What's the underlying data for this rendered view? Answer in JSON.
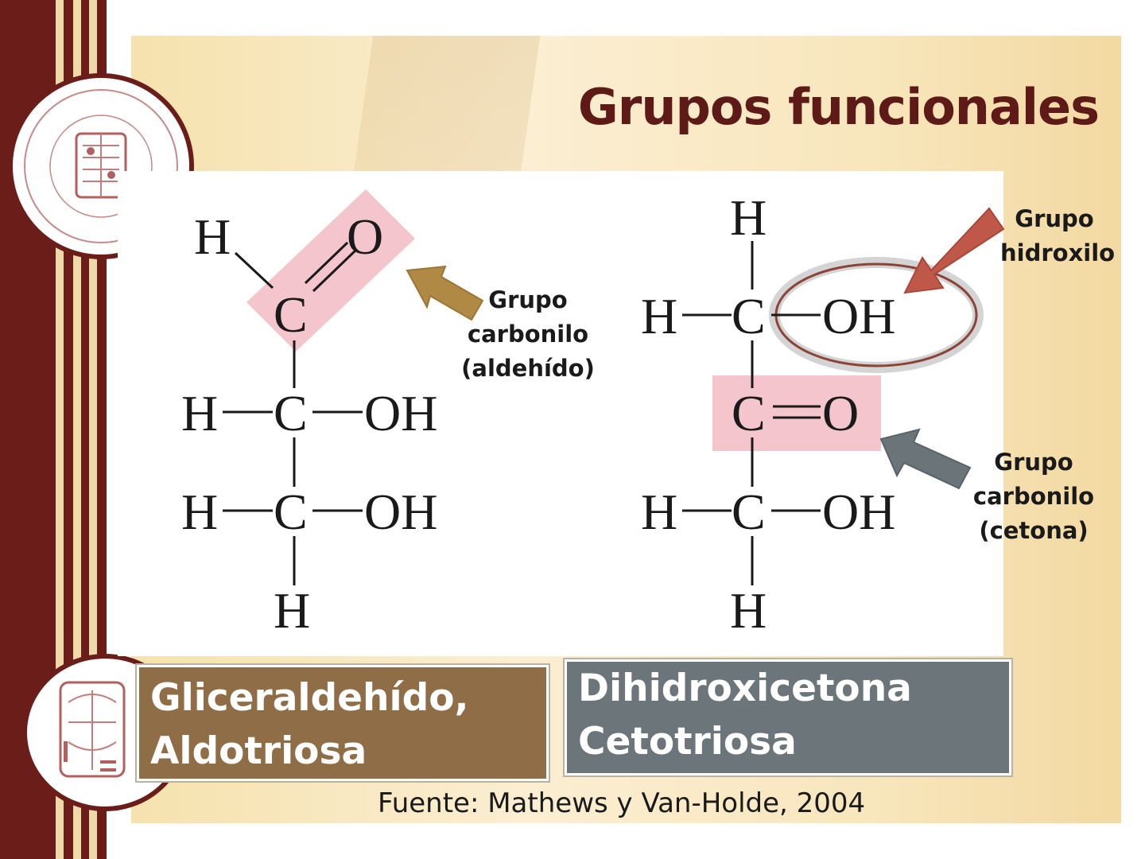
{
  "slide": {
    "title": "Grupos funcionales",
    "source": "Fuente: Mathews y Van-Holde, 2004"
  },
  "colors": {
    "maroon": "#6b1d1a",
    "cream": "#f7e4b4",
    "carbonyl_highlight": "#f4c5cc",
    "arrow_gold": "#b08a45",
    "arrow_red": "#c0584a",
    "arrow_gray": "#6a7479",
    "box_brown": "#8f6e47",
    "box_gray": "#6c7579"
  },
  "molecules": {
    "left": {
      "top_h": "H",
      "oxygen": "O",
      "carbonyl_c": "C",
      "row2": {
        "h": "H",
        "c": "C",
        "oh": "OH"
      },
      "row3": {
        "h": "H",
        "c": "C",
        "oh": "OH"
      },
      "bottom_h": "H",
      "annotation": [
        "Grupo",
        "carbonilo",
        "(aldehído)"
      ],
      "name_lines": [
        "Gliceraldehído,",
        "Aldotriosa"
      ]
    },
    "right": {
      "top_h": "H",
      "row1": {
        "h": "H",
        "c": "C",
        "oh": "OH"
      },
      "carbonyl": {
        "c": "C",
        "o": "O"
      },
      "row3": {
        "h": "H",
        "c": "C",
        "oh": "OH"
      },
      "bottom_h": "H",
      "hydroxyl_annotation": [
        "Grupo",
        "hidroxilo"
      ],
      "carbonyl_annotation": [
        "Grupo",
        "carbonilo",
        "(cetona)"
      ],
      "name_lines": [
        "Dihidroxicetona",
        "Cetotriosa"
      ]
    }
  }
}
